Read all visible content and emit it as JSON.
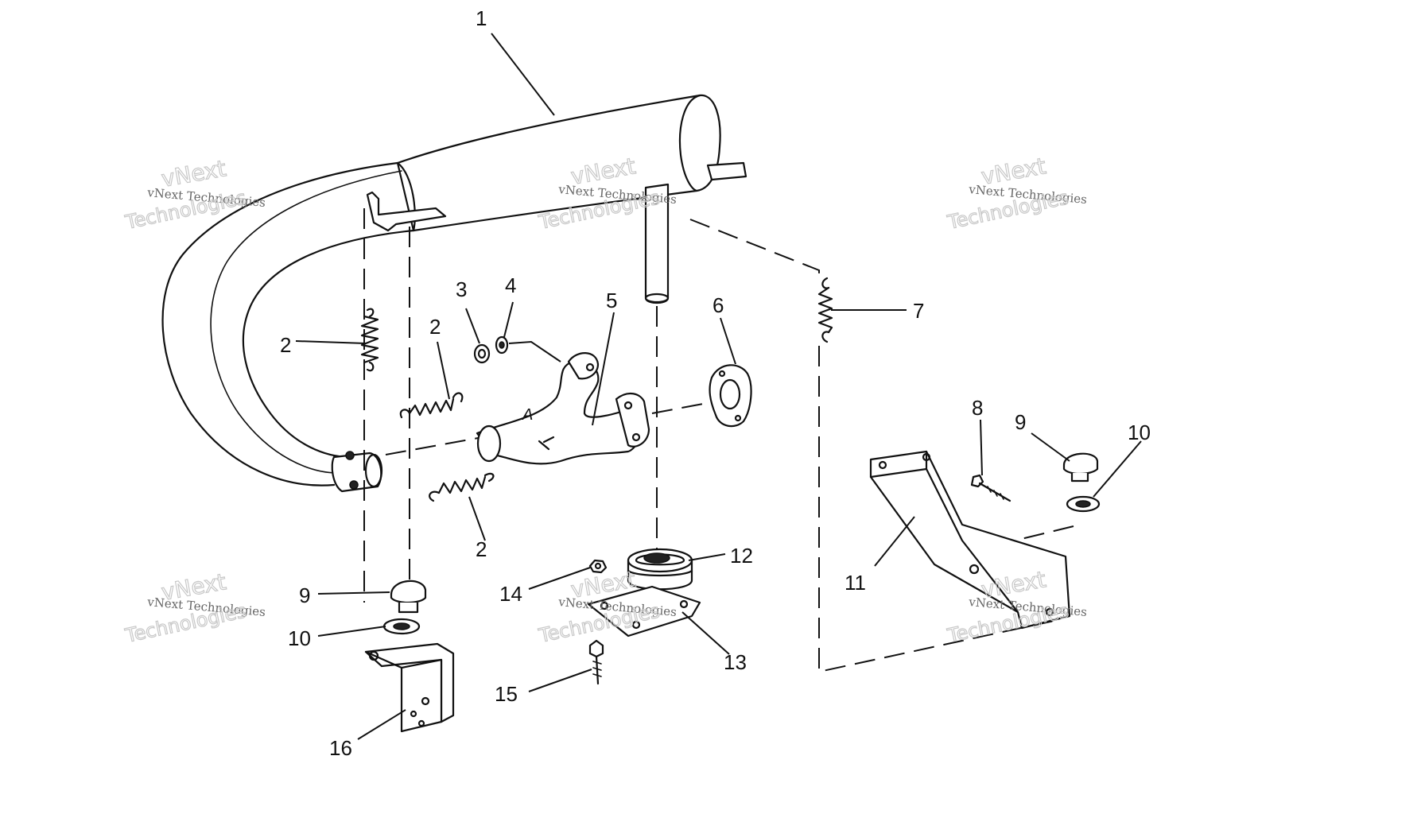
{
  "callouts": {
    "c1": "1",
    "c2a": "2",
    "c2b": "2",
    "c2c": "2",
    "c3": "3",
    "c4": "4",
    "c5": "5",
    "c6": "6",
    "c7": "7",
    "c8": "8",
    "c9a": "9",
    "c9b": "9",
    "c10a": "10",
    "c10b": "10",
    "c11": "11",
    "c12": "12",
    "c13": "13",
    "c14": "14",
    "c15": "15",
    "c16": "16"
  },
  "watermark": {
    "company": "vNext Technologies",
    "word1": "vNext",
    "word2": "Technologies"
  },
  "stamp": {
    "letter": "A"
  }
}
